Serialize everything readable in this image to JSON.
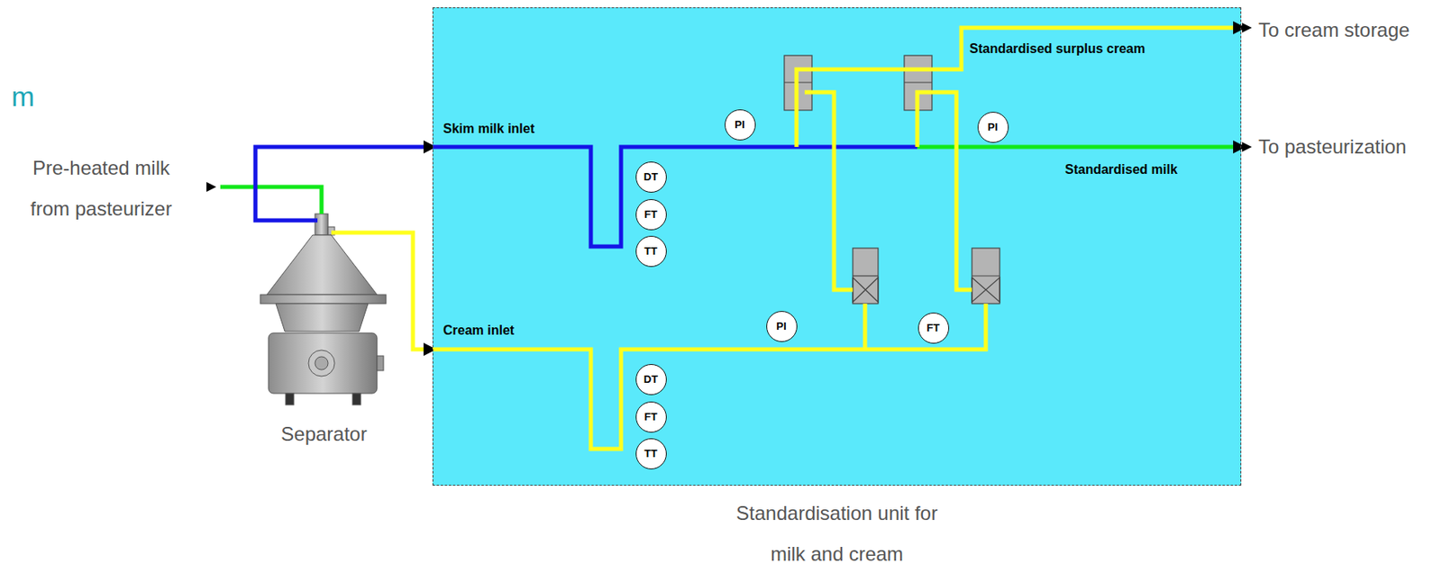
{
  "diagram": {
    "nodes": [
      {
        "text": [
          "Standardisation unit for milk and cream"
        ]
      },
      {
        "text": [
          "PI"
        ],
        "in": 0
      },
      {
        "text": [
          "PI"
        ],
        "in": 0
      },
      {
        "text": [
          "DT"
        ],
        "in": 0
      },
      {
        "text": [
          "FT"
        ],
        "in": 0
      },
      {
        "text": [
          "TT"
        ],
        "in": 0
      },
      {
        "text": [
          "PI"
        ],
        "in": 0
      },
      {
        "text": [
          "FT"
        ],
        "in": 0
      },
      {
        "text": [
          "DT"
        ],
        "in": 0
      },
      {
        "text": [
          "FT"
        ],
        "in": 0
      },
      {
        "text": [
          "TT"
        ],
        "in": 0
      }
    ],
    "labels": [
      "m",
      "Pre-heated milk from pasteurizer",
      "Separator",
      "Skim milk inlet",
      "Cream inlet",
      "Standardised surplus cream",
      "Standardised milk",
      "To cream storage",
      "To pasteurization"
    ]
  }
}
